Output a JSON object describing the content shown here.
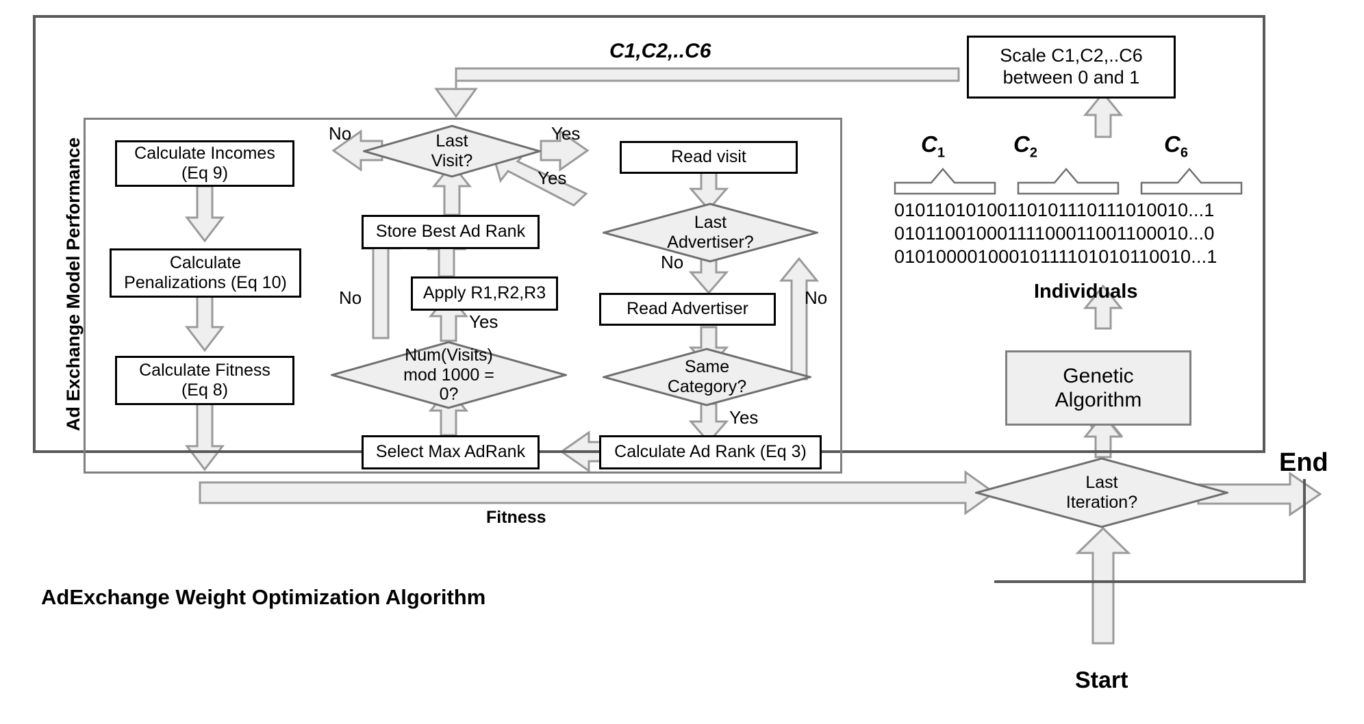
{
  "diagram": {
    "bottom_title": "AdExchange Weight Optimization Algorithm",
    "vertical_label": "Ad Exchange Model Performance",
    "start_label": "Start",
    "end_label": "End",
    "fitness_label": "Fitness",
    "individuals_label": "Individuals",
    "theta_top_label": "Ϲ1,Ϲ2,..Ϲ6"
  },
  "boxes": {
    "calculate_incomes": "Calculate Incomes\n(Eq 9)",
    "calculate_incomes_l1": "Calculate Incomes",
    "calculate_incomes_l2": "(Eq 9)",
    "calculate_penalizations_l1": "Calculate",
    "calculate_penalizations_l2": "Penalizations (Eq 10)",
    "calculate_fitness_l1": "Calculate Fitness",
    "calculate_fitness_l2": "(Eq 8)",
    "store_best_ad_rank": "Store Best Ad Rank",
    "apply_rules": "Apply R1,R2,R3",
    "select_max_adrank": "Select Max AdRank",
    "read_visit": "Read visit",
    "read_advertiser": "Read Advertiser",
    "calculate_ad_rank": "Calculate Ad Rank (Eq 3)",
    "genetic_algorithm_l1": "Genetic",
    "genetic_algorithm_l2": "Algorithm",
    "scale_l1": "Scale Ϲ1,Ϲ2,..Ϲ6",
    "scale_l2": "between 0 and 1"
  },
  "decisions": {
    "last_visit_l1": "Last",
    "last_visit_l2": "Visit?",
    "num_visits_l1": "Num(Visits)",
    "num_visits_l2": "mod 1000 =",
    "num_visits_l3": "0?",
    "last_advertiser_l1": "Last",
    "last_advertiser_l2": "Advertiser?",
    "same_category_l1": "Same",
    "same_category_l2": "Category?",
    "last_iteration_l1": "Last",
    "last_iteration_l2": "Iteration?"
  },
  "edge_labels": {
    "no_last_visit": "No",
    "yes_last_visit": "Yes",
    "yes_return": "Yes",
    "no_numvisits": "No",
    "yes_numvisits": "Yes",
    "no_last_advertiser": "No",
    "no_same_category": "No",
    "yes_same_category": "Yes"
  },
  "individuals": {
    "theta_symbols": [
      "Ϲ",
      "Ϲ",
      "Ϲ"
    ],
    "theta_subs": [
      "1",
      "2",
      "6"
    ],
    "binary_rows": [
      "01011010100110101110111010010...1",
      "01011001000111100011001100010...0",
      "01010000100010111101010110010...1"
    ]
  },
  "colors": {
    "outer_frame": "#595959",
    "inner_frame": "#7f7f7f",
    "box_border": "#000000",
    "shape_fill": "#efefef",
    "shape_stroke": "#7f7f7f",
    "arrow_fill": "#efefef",
    "arrow_stroke": "#9a9a9a",
    "text": "#000000"
  }
}
